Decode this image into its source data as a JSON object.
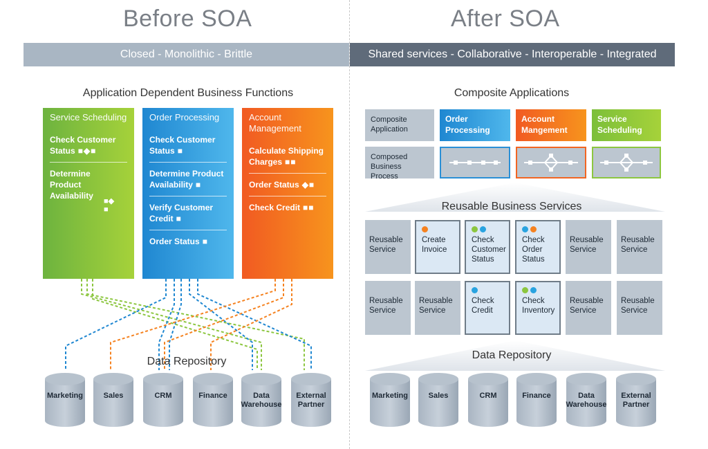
{
  "before": {
    "title": "Before SOA",
    "band": "Closed - Monolithic - Brittle",
    "section": "Application Dependent Business Functions",
    "apps": [
      {
        "title": "Service Scheduling",
        "functions": [
          "Check Customer Status",
          "Determine Product Availability"
        ]
      },
      {
        "title": "Order Processing",
        "functions": [
          "Check Customer Status",
          "Determine Product Availability",
          "Verify Customer Credit",
          "Order Status"
        ]
      },
      {
        "title": "Account Management",
        "functions": [
          "Calculate Shipping Charges",
          "Order Status",
          "Check Credit"
        ]
      }
    ],
    "repo_label": "Data Repository",
    "repos": [
      "Marketing",
      "Sales",
      "CRM",
      "Finance",
      "Data Warehouse",
      "External Partner"
    ]
  },
  "after": {
    "title": "After SOA",
    "band": "Shared services - Collaborative - Interoperable - Integrated",
    "section": "Composite Applications",
    "composite_label": "Composite Application",
    "composed_label": "Composed Business Process",
    "apps": [
      "Order Processing",
      "Account Mangement",
      "Service Scheduling"
    ],
    "services_label": "Reusable Business Services",
    "row1": [
      "Reusable Service",
      "Create Invoice",
      "Check Customer Status",
      "Check Order Status",
      "Reusable Service",
      "Reusable Service"
    ],
    "row2": [
      "Reusable Service",
      "Reusable Service",
      "Check Credit",
      "Check Inventory",
      "Reusable Service",
      "Reusable Service"
    ],
    "repo_label": "Data Repository",
    "repos": [
      "Marketing",
      "Sales",
      "CRM",
      "Finance",
      "Data Warehouse",
      "External Partner"
    ]
  },
  "colors": {
    "green": "#8cc63f",
    "blue": "#29a3e0",
    "orange": "#f58220",
    "band_left": "#a9b6c3",
    "band_right": "#5f6b7a",
    "service": "#bcc6d0"
  }
}
